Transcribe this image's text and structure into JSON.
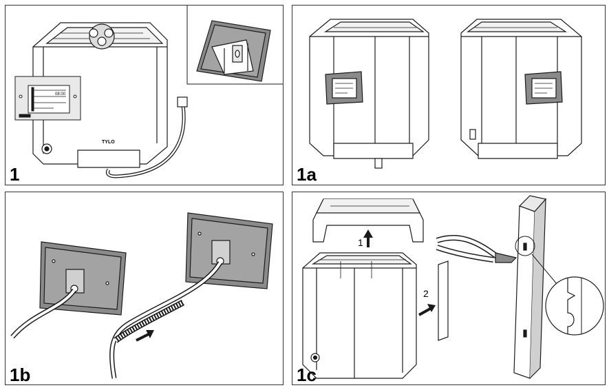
{
  "panels": [
    {
      "id": "1",
      "label": "1"
    },
    {
      "id": "1a",
      "label": "1a"
    },
    {
      "id": "1b",
      "label": "1b"
    },
    {
      "id": "1c",
      "label": "1c"
    }
  ],
  "brand": "TYLO",
  "display_readout": "08:00",
  "steps": [
    "1",
    "2"
  ],
  "colors": {
    "line": "#1a1a1a",
    "panel_fill": "#8a8a8a",
    "light_fill": "#e9e9e9",
    "mid_fill": "#bdbdbd"
  }
}
